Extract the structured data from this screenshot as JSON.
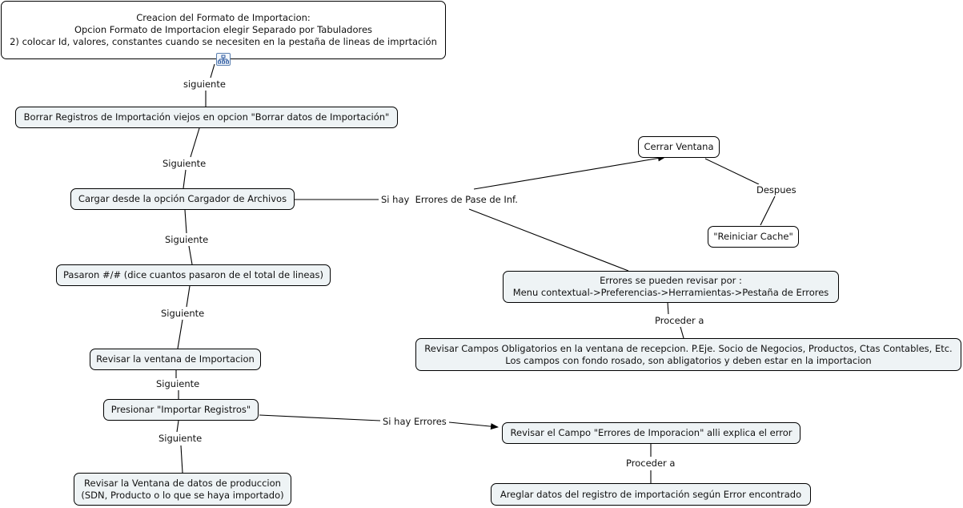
{
  "nodes": {
    "start_line1": "Creacion del Formato de Importacion:",
    "start_line2": "Opcion Formato de Importacion elegir Separado por Tabuladores",
    "start_line3": "2) colocar Id, valores, constantes cuando se necesiten en la pestaña de lineas de imprtación",
    "borrar": "Borrar Registros de Importación viejos en opcion \"Borrar datos de Importación\"",
    "cargar": "Cargar desde la opción Cargador de Archivos",
    "pasaron": "Pasaron #/# (dice cuantos pasaron de el total de lineas)",
    "revisar_ventana": "Revisar la ventana de Importacion",
    "presionar": "Presionar \"Importar Registros\"",
    "revisar_prod_line1": "Revisar la Ventana de datos de produccion",
    "revisar_prod_line2": "(SDN, Producto o lo que se haya importado)",
    "cerrar": "Cerrar Ventana",
    "reiniciar": "\"Reiniciar Cache\"",
    "errores_line1": "Errores se pueden revisar por :",
    "errores_line2": "Menu contextual->Preferencias->Herramientas->Pestaña de Errores",
    "campos_line1": "Revisar Campos Obligatorios en la ventana de recepcion. P.Eje. Socio de Negocios, Productos, Ctas Contables, Etc.",
    "campos_line2": "Los campos con fondo rosado, son abligatorios y deben estar en la importacion",
    "revisar_campo": "Revisar el Campo \"Errores de Imporacion\" alli explica el error",
    "areglar": "Areglar datos del registro de importación según Error encontrado"
  },
  "links": {
    "siguiente_lower": "siguiente",
    "siguiente1": "Siguiente",
    "siguiente2": "Siguiente",
    "siguiente3": "Siguiente",
    "siguiente4": "Siguiente",
    "siguiente5": "Siguiente",
    "si_hay_errores_pase": "Si hay  Errores de Pase de Inf.",
    "despues": "Despues",
    "proceder1": "Proceder a",
    "si_hay_errores": "Si hay Errores",
    "proceder2": "Proceder a"
  },
  "icons": {
    "topic_icon": "hierarchy-icon"
  }
}
